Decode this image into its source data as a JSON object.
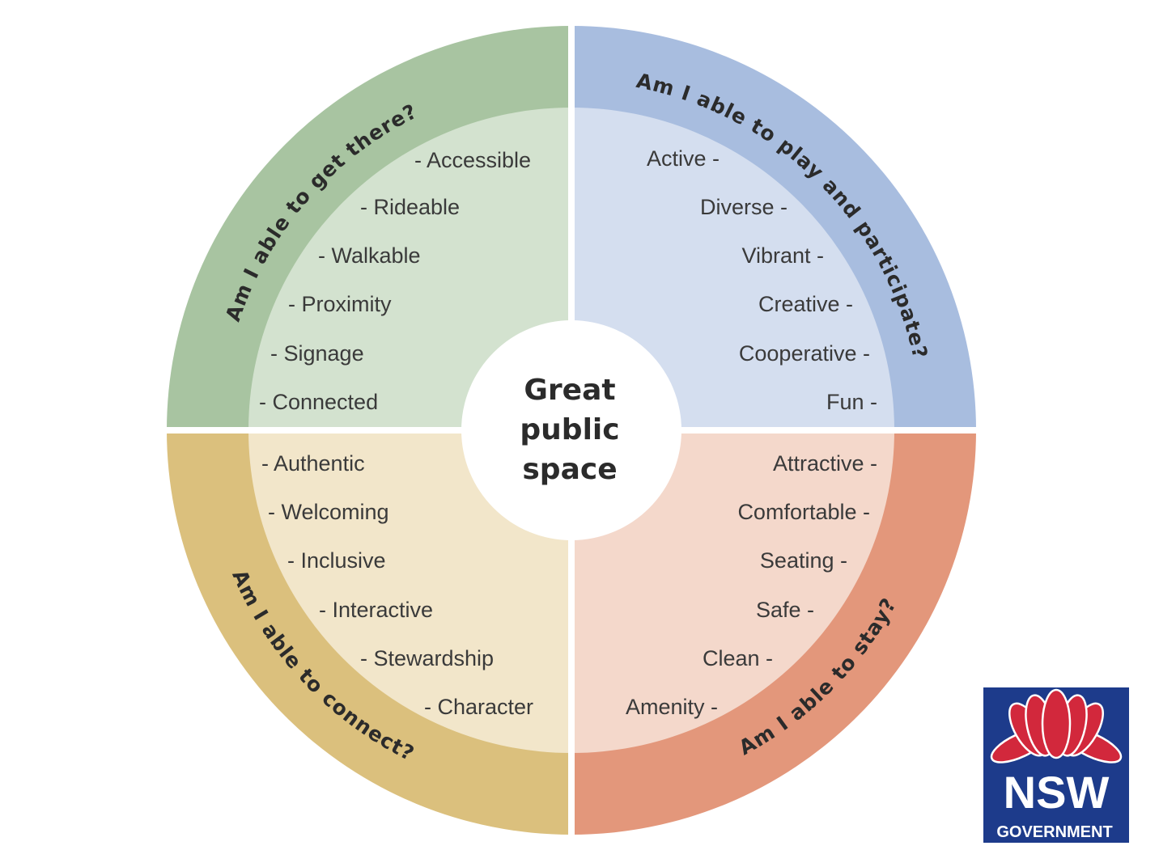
{
  "center_title": [
    "Great",
    "public",
    "space"
  ],
  "quadrants": {
    "access": {
      "question": "Am I able to get there?",
      "colors": {
        "outer": "#a8c4a1",
        "inner": "#d3e2cf"
      },
      "items": [
        "- Accessible",
        "- Rideable",
        "- Walkable",
        "- Proximity",
        "- Signage",
        "- Connected"
      ]
    },
    "play": {
      "question": "Am I able to play and participate?",
      "colors": {
        "outer": "#a8bddf",
        "inner": "#d4deef"
      },
      "items": [
        "Active -",
        "Diverse -",
        "Vibrant -",
        "Creative -",
        "Cooperative -",
        "Fun -"
      ]
    },
    "connect": {
      "question": "Am I able to connect?",
      "colors": {
        "outer": "#dbc07d",
        "inner": "#f2e6ca"
      },
      "items": [
        "- Authentic",
        "- Welcoming",
        "- Inclusive",
        "- Interactive",
        "- Stewardship",
        "- Character"
      ]
    },
    "stay": {
      "question": "Am I able to stay?",
      "colors": {
        "outer": "#e3977b",
        "inner": "#f4d8cb"
      },
      "items": [
        "Attractive -",
        "Comfortable -",
        "Seating -",
        "Safe -",
        "Clean -",
        "Amenity -"
      ]
    }
  },
  "logo": {
    "name": "NSW",
    "subtitle": "GOVERNMENT",
    "colors": {
      "bg": "#1d3b8b",
      "flower": "#d2283c"
    }
  }
}
